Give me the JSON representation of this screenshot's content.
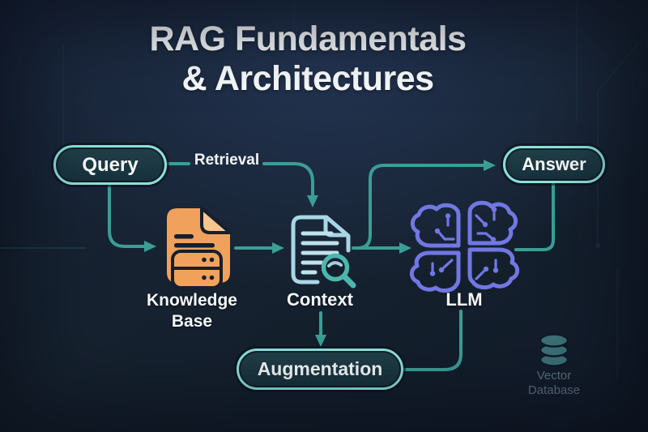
{
  "title": {
    "line1": "RAG Fundamentals",
    "line2": "& Architectures"
  },
  "edges": {
    "retrieval_label": "Retrieval"
  },
  "nodes": {
    "query": {
      "label": "Query"
    },
    "knowledge_base": {
      "label_line1": "Knowledge",
      "label_line2": "Base"
    },
    "context": {
      "label": "Context"
    },
    "llm": {
      "label": "LLM"
    },
    "augmentation": {
      "label": "Augmentation"
    },
    "answer": {
      "label": "Answer"
    },
    "vector_database": {
      "label_line1": "Vector",
      "label_line2": "Database"
    }
  },
  "icons": {
    "knowledge_base": "document-database-icon",
    "context": "document-search-icon",
    "llm": "circuit-brain-icon",
    "vector_database": "database-cylinder-icon"
  },
  "colors": {
    "background": "#16222f",
    "connector_teal": "#3a9e95",
    "node_border_teal": "#8ce0da",
    "node_fill": "#1b3641",
    "knowledge_base_orange": "#f0a25c",
    "context_doc_blue": "#a9d6e5",
    "magnifier_teal": "#4db6ac",
    "llm_purple": "#7177e3",
    "vector_db_teal": "#47858b",
    "text_primary": "#f6f9fa",
    "muted_label": "#6d7f8e"
  }
}
